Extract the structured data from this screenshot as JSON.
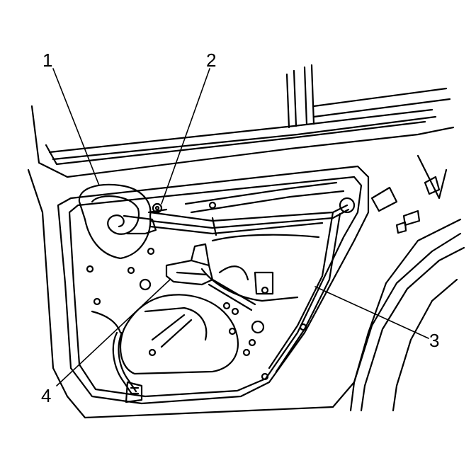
{
  "callouts": {
    "c1": "1",
    "c2": "2",
    "c3": "3",
    "c4": "4"
  },
  "colors": {
    "line": "#000000",
    "fill": "#ffffff"
  }
}
